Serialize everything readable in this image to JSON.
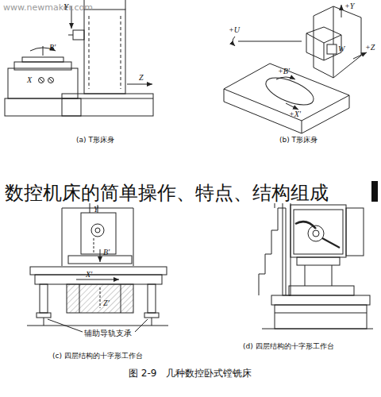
{
  "diagram": {
    "caption": "图 2-9　几种数控卧式镗铣床",
    "labels": [
      "www.newmaker.com",
      "Y",
      "B'",
      "X",
      "Z",
      "(a) T形床身",
      "+U",
      "+Y",
      "W",
      "+Z",
      "+B'",
      "+X'",
      "(b) T形床身",
      "数控机床的简单操作、特点、结构组成",
      "Y",
      "B'",
      "X'",
      "Z'",
      "辅助导轨支承",
      "(c) 四层结构的十字形工作台",
      "(d) 四层结构的十字形工作台"
    ]
  }
}
